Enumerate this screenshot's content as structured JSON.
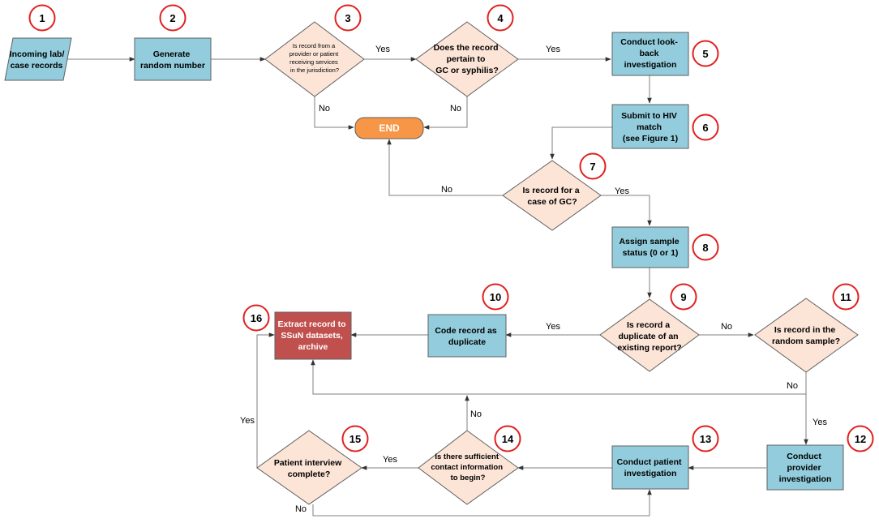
{
  "colors": {
    "process_fill": "#93cddd",
    "decision_fill": "#fce4d6",
    "end_fill": "#f79646",
    "archive_fill": "#c0504d",
    "badge_stroke": "#e02020",
    "line": "#7f7f7f"
  },
  "nodes": {
    "n1": {
      "lines": [
        "Incoming lab/",
        "case records"
      ],
      "number": "1"
    },
    "n2": {
      "lines": [
        "Generate",
        "random number"
      ],
      "number": "2"
    },
    "n3": {
      "lines": [
        "Is record from a",
        "provider or patient",
        "receiving services",
        "in the jurisdiction?"
      ],
      "number": "3"
    },
    "n4": {
      "lines": [
        "Does the record",
        "pertain to",
        "GC or syphilis?"
      ],
      "number": "4"
    },
    "n5": {
      "lines": [
        "Conduct look-",
        "back",
        "investigation"
      ],
      "number": "5"
    },
    "end": {
      "lines": [
        "END"
      ]
    },
    "n6": {
      "lines": [
        "Submit to HIV",
        "match",
        "(see Figure 1)"
      ],
      "number": "6"
    },
    "n7": {
      "lines": [
        "Is record for a",
        "case of GC?"
      ],
      "number": "7"
    },
    "n8": {
      "lines": [
        "Assign sample",
        "status (0 or 1)"
      ],
      "number": "8"
    },
    "n9": {
      "lines": [
        "Is record a",
        "duplicate of an",
        "existing report?"
      ],
      "number": "9"
    },
    "n10": {
      "lines": [
        "Code record as",
        "duplicate"
      ],
      "number": "10"
    },
    "n11": {
      "lines": [
        "Is record in the",
        "random sample?"
      ],
      "number": "11"
    },
    "n12": {
      "lines": [
        "Conduct",
        "provider",
        "investigation"
      ],
      "number": "12"
    },
    "n13": {
      "lines": [
        "Conduct patient",
        "investigation"
      ],
      "number": "13"
    },
    "n14": {
      "lines": [
        "Is there sufficient",
        "contact information",
        "to begin?"
      ],
      "number": "14"
    },
    "n15": {
      "lines": [
        "Patient interview",
        "complete?"
      ],
      "number": "15"
    },
    "n16": {
      "lines": [
        "Extract record to",
        "SSuN datasets,",
        "archive"
      ],
      "number": "16"
    }
  },
  "edge_labels": {
    "e3_4_yes": "Yes",
    "e4_5_yes": "Yes",
    "e3_end_no": "No",
    "e4_end_no": "No",
    "e7_end_no": "No",
    "e7_8_yes": "Yes",
    "e9_10_yes": "Yes",
    "e9_11_no": "No",
    "e11_16_no": "No",
    "e11_12_yes": "Yes",
    "e14_15_yes": "Yes",
    "e14_16_no": "No",
    "e15_16_yes": "Yes",
    "e15_13_no": "No"
  }
}
